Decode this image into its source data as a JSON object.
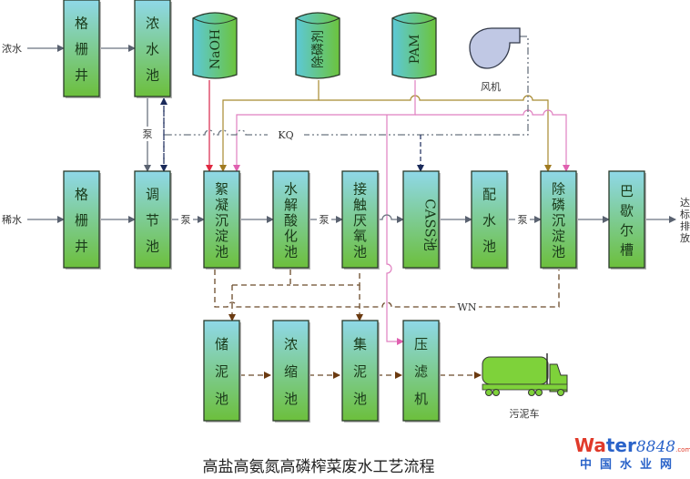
{
  "title": "高盐高氨氮高磷榨菜废水工艺流程",
  "colors": {
    "box_top": "#8fd8e8",
    "box_bottom": "#6cbf3c",
    "naoh_line": "#e0506e",
    "phos_line": "#a88a30",
    "pam_line": "#e080c0",
    "air_line": "#6b7480",
    "sludge_line": "#6b4a2a",
    "water_line": "#6b7480",
    "fan": "#c0c8e4",
    "truck": "#7ed23a"
  },
  "inputs": {
    "concentrate": "浓水",
    "dilute": "稀水",
    "output": "达标排放"
  },
  "tanks": [
    {
      "id": "naoh",
      "label": "NaOH"
    },
    {
      "id": "phos",
      "label": "除磷剂"
    },
    {
      "id": "pam",
      "label": "PAM"
    }
  ],
  "fan": {
    "label": "风机"
  },
  "top_row": [
    {
      "id": "grid1",
      "label": "格栅井"
    },
    {
      "id": "conc-pool",
      "label": "浓水池"
    }
  ],
  "main_row": [
    {
      "id": "grid2",
      "label": "格栅井"
    },
    {
      "id": "equalize",
      "label": "调节池"
    },
    {
      "id": "floc",
      "label": "絮凝沉淀池"
    },
    {
      "id": "hydrolysis",
      "label": "水解酸化池"
    },
    {
      "id": "anaerobic",
      "label": "接触厌氧池"
    },
    {
      "id": "cass",
      "label": "CASS池"
    },
    {
      "id": "distribution",
      "label": "配水池"
    },
    {
      "id": "phos-removal",
      "label": "除磷沉淀池"
    },
    {
      "id": "parshall",
      "label": "巴歇尔槽"
    }
  ],
  "sludge_row": [
    {
      "id": "sludge-store",
      "label": "储泥池"
    },
    {
      "id": "thicken",
      "label": "浓缩池"
    },
    {
      "id": "sludge-collect",
      "label": "集泥池"
    },
    {
      "id": "filter-press",
      "label": "压滤机"
    }
  ],
  "labels": {
    "pump": "泵",
    "air": "KQ",
    "sludge": "WN",
    "truck": "污泥车"
  },
  "logo": {
    "brand_a": "Wa",
    "brand_b": "ter",
    "brand_num": "8848",
    "brand_com": ".com",
    "brand_cn": "中国水业网"
  }
}
